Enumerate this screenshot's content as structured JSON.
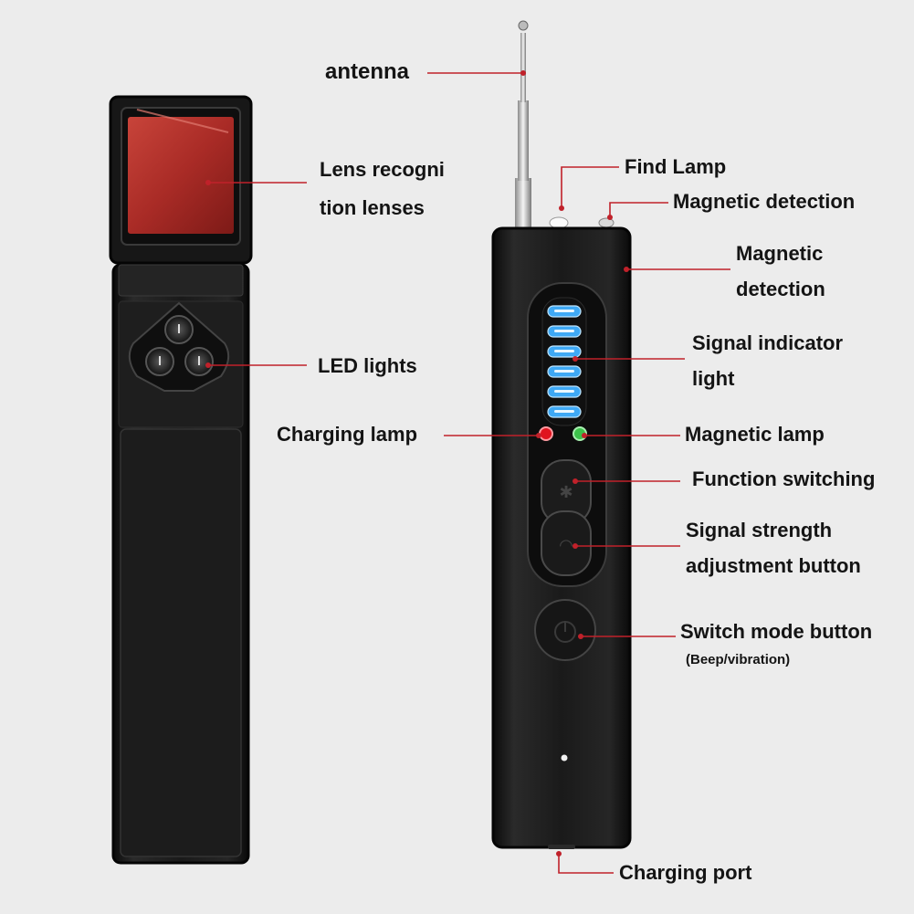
{
  "labels": {
    "antenna": "antenna",
    "lens_line1": "Lens recogni",
    "lens_line2": "tion lenses",
    "led_lights": "LED lights",
    "find_lamp": "Find Lamp",
    "magnetic_detection_top": "Magnetic detection",
    "magnetic_detection_side_line1": "Magnetic",
    "magnetic_detection_side_line2": "detection",
    "signal_indicator_line1": "Signal indicator",
    "signal_indicator_line2": "light",
    "charging_lamp": "Charging lamp",
    "magnetic_lamp": "Magnetic lamp",
    "function_switching": "Function switching",
    "signal_strength_line1": "Signal strength",
    "signal_strength_line2": "adjustment button",
    "switch_mode_button": "Switch mode button",
    "switch_mode_note": "(Beep/vibration)",
    "charging_port": "Charging port"
  },
  "colors": {
    "background": "#ececec",
    "device_body": "#151515",
    "lens_red": "#b0302a",
    "leader_line": "#c0212a",
    "indicator_blue": "#3fa9f5",
    "charging_lamp": "#e0141e",
    "magnetic_lamp": "#3cc24a"
  },
  "signal_indicator_count": 6
}
